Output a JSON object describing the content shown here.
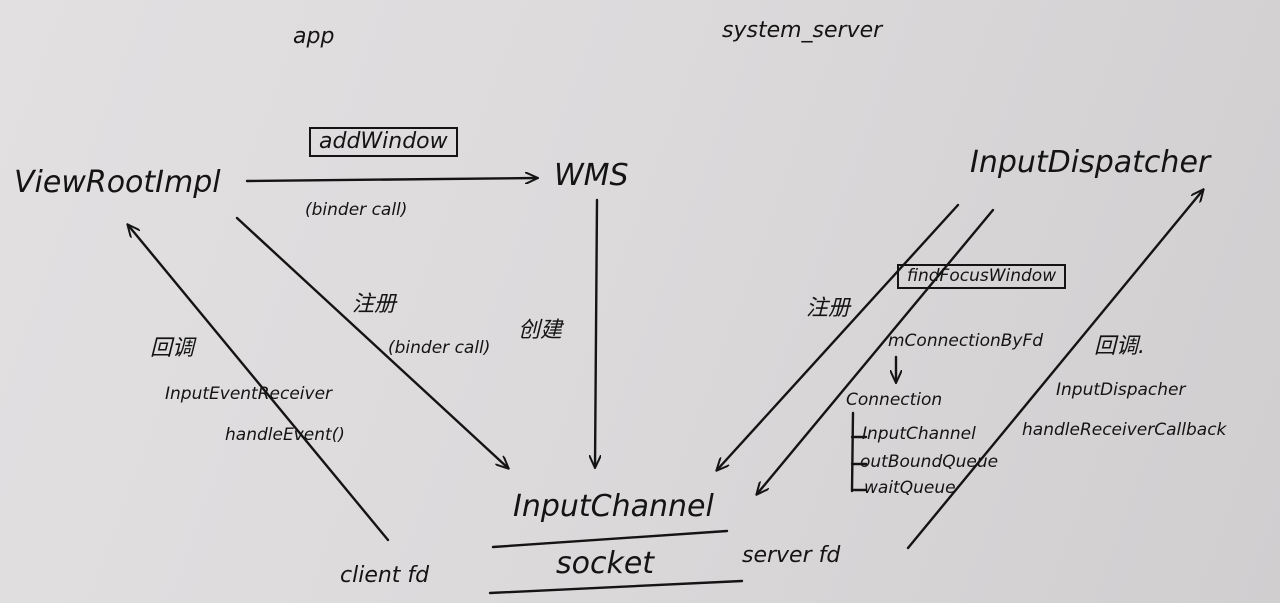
{
  "regions": {
    "app": "app",
    "system_server": "system_server"
  },
  "nodes": {
    "view_root_impl": "ViewRootImpl",
    "wms": "WMS",
    "input_dispatcher": "InputDispatcher",
    "input_channel": "InputChannel",
    "socket": "socket",
    "client_fd": "client fd",
    "server_fd": "server fd"
  },
  "labels": {
    "add_window": "addWindow",
    "binder_call_1": "(binder call)",
    "register_app": "注册",
    "binder_call_2": "(binder call)",
    "create": "创建",
    "callback_app": "回调",
    "input_event_receiver": "InputEventReceiver",
    "handle_event": "handleEvent()",
    "register_server": "注册",
    "find_focus_window": "findFocusWindow",
    "m_connection_by_fd": "mConnectionByFd",
    "connection": "Connection",
    "conn_input_channel": "InputChannel",
    "conn_outbound_queue": "outBoundQueue",
    "conn_wait_queue": "waitQueue",
    "callback_server": "回调.",
    "input_dispatcher_small": "InputDispacher",
    "handle_receiver_callback": "handleReceiverCallback"
  },
  "colors": {
    "paper": "#dcdadb",
    "ink": "#141414"
  }
}
